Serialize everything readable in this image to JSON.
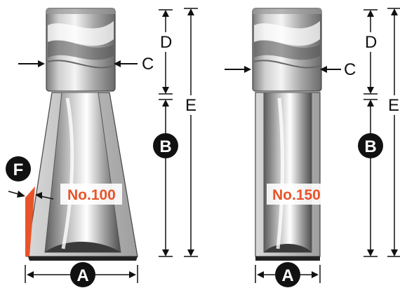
{
  "colors": {
    "accent": "#e8542a",
    "badge": "#111111",
    "line": "#111111",
    "steel_light": "#e6e6e6",
    "steel_mid": "#b4b4b4",
    "steel_dark": "#6e6e6e"
  },
  "bits": [
    {
      "model": "No.100",
      "labels": {
        "A": "A",
        "B": "B",
        "C": "C",
        "D": "D",
        "E": "E",
        "F": "F"
      }
    },
    {
      "model": "No.150",
      "labels": {
        "A": "A",
        "B": "B",
        "C": "C",
        "D": "D",
        "E": "E"
      }
    }
  ]
}
